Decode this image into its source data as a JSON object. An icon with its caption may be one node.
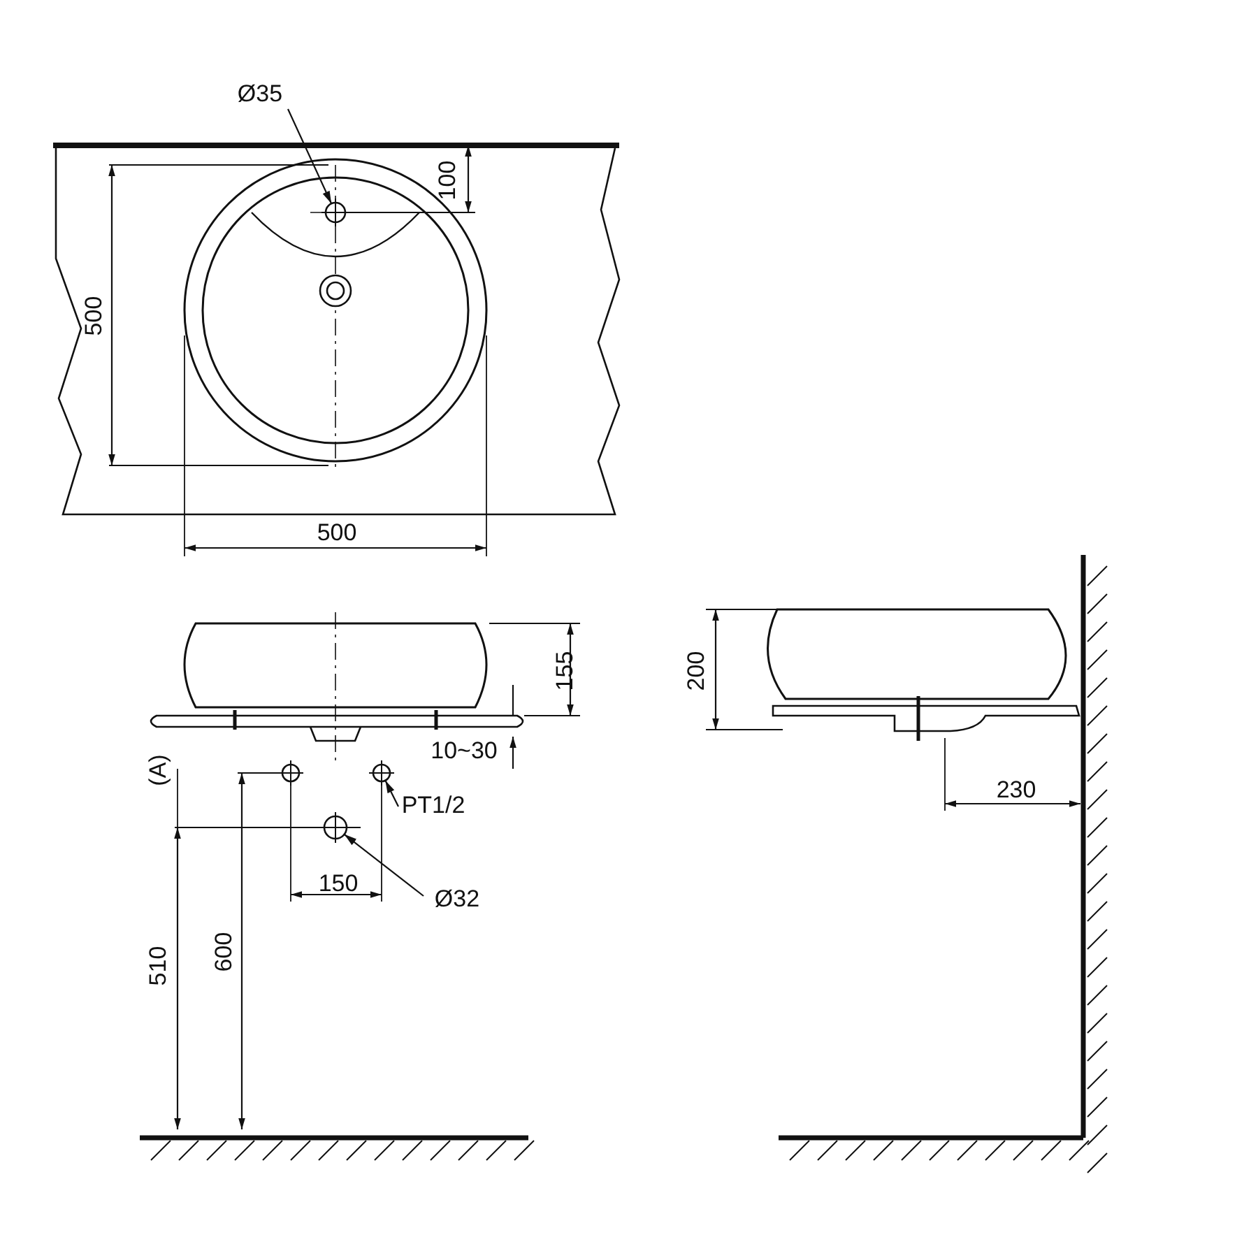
{
  "diagram": {
    "nodes": [
      {
        "text": [
          "Ø35"
        ]
      },
      {
        "text": [],
        "shape": "circle"
      },
      {
        "text": [
          "PT1/2"
        ]
      },
      {
        "text": [],
        "shape": "circle"
      },
      {
        "text": [
          "Ø32"
        ]
      },
      {
        "text": [],
        "shape": "circle"
      }
    ],
    "edges": [
      {
        "from": 0,
        "to": 1,
        "arrow": "to"
      },
      {
        "from": 2,
        "to": 3,
        "arrow": "to"
      },
      {
        "from": 4,
        "to": 5,
        "arrow": "to"
      }
    ],
    "labels": [
      "100",
      "500",
      "500",
      "155",
      "200",
      "10~30",
      "(A)",
      "230",
      "150",
      "600",
      "510"
    ]
  }
}
